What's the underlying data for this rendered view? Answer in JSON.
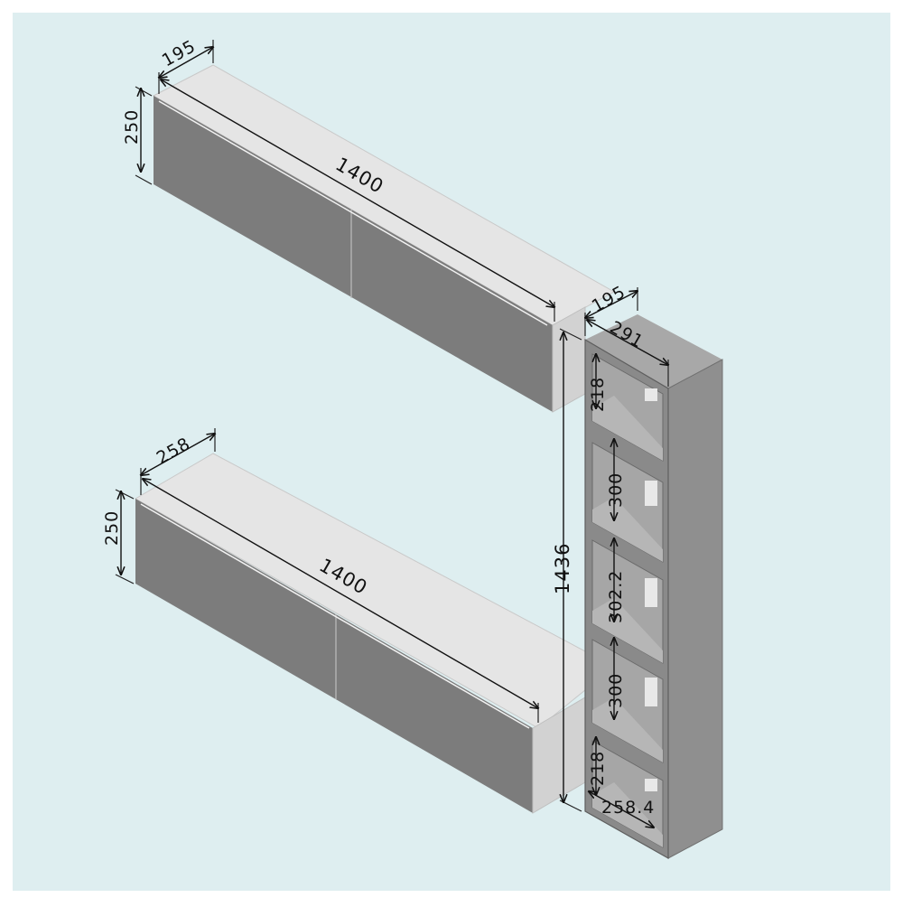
{
  "colors": {
    "background": "#deeef0",
    "frame": "#ffffff",
    "front_panel": "#7c7c7c",
    "top_panel": "#e5e5e5",
    "end_panel": "#d2d2d2",
    "bookcase_face": "#8a8a8a",
    "bookcase_side": "#8f8f8f",
    "bookcase_inner": "#a6a6a6",
    "dimension_line": "#111111"
  },
  "dimensions": {
    "upper_cabinet": {
      "depth": "195",
      "height": "250",
      "length": "1400"
    },
    "lower_cabinet": {
      "depth": "258",
      "height": "250",
      "length": "1400"
    },
    "bookcase": {
      "depth": "195",
      "width": "291",
      "total_height": "1436",
      "shelf_1": "218",
      "shelf_2": "300",
      "shelf_3": "302.2",
      "shelf_4": "300",
      "shelf_5": "218",
      "inner_width": "258.4"
    }
  }
}
